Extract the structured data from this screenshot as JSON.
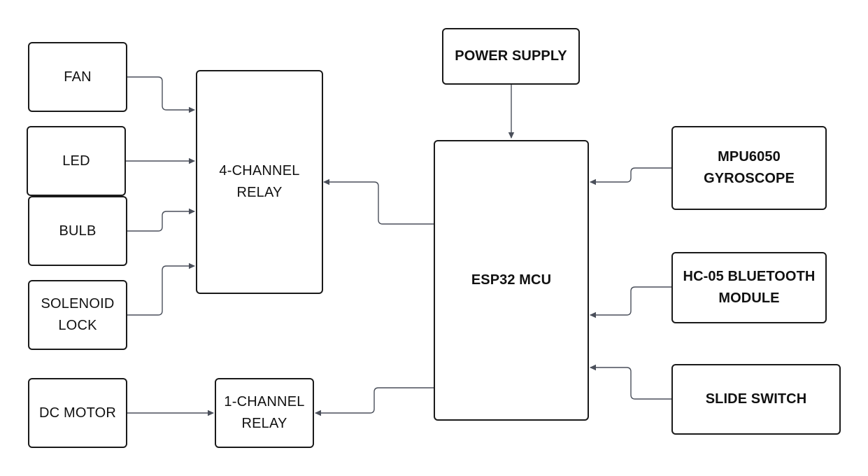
{
  "diagram": {
    "nodes": {
      "fan": "FAN",
      "led": "LED",
      "bulb": "BULB",
      "solenoid_lock": "SOLENOID\nLOCK",
      "dc_motor": "DC MOTOR",
      "relay_4ch": "4-CHANNEL\nRELAY",
      "relay_1ch": "1-CHANNEL\nRELAY",
      "power_supply": "POWER SUPPLY",
      "esp32": "ESP32 MCU",
      "mpu6050": "MPU6050\nGYROSCOPE",
      "hc05": "HC-05 BLUETOOTH\nMODULE",
      "slide_switch": "SLIDE SWITCH"
    },
    "edges": [
      {
        "from": "fan",
        "to": "relay_4ch"
      },
      {
        "from": "led",
        "to": "relay_4ch"
      },
      {
        "from": "bulb",
        "to": "relay_4ch"
      },
      {
        "from": "solenoid_lock",
        "to": "relay_4ch"
      },
      {
        "from": "dc_motor",
        "to": "relay_1ch"
      },
      {
        "from": "esp32",
        "to": "relay_4ch"
      },
      {
        "from": "esp32",
        "to": "relay_1ch"
      },
      {
        "from": "power_supply",
        "to": "esp32"
      },
      {
        "from": "mpu6050",
        "to": "esp32"
      },
      {
        "from": "hc05",
        "to": "esp32"
      },
      {
        "from": "slide_switch",
        "to": "esp32"
      }
    ],
    "colors": {
      "block_border": "#1a1a1a",
      "connector": "#4a4f5a",
      "text": "#111111"
    }
  }
}
